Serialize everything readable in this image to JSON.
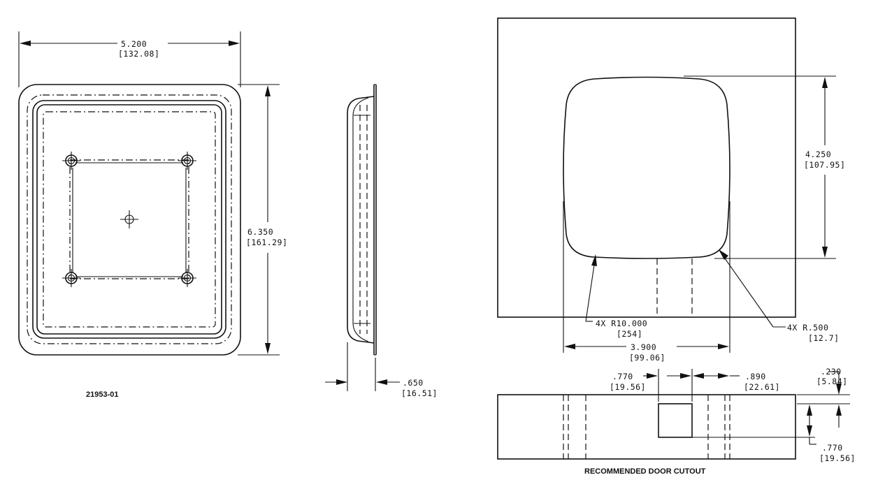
{
  "front_view": {
    "width_in": "5.200",
    "width_mm": "[132.08]",
    "height_in": "6.350",
    "height_mm": "[161.29]",
    "part_number": "21953-01"
  },
  "side_view": {
    "depth_in": ".650",
    "depth_mm": "[16.51]"
  },
  "cutout_view": {
    "height_in": "4.250",
    "height_mm": "[107.95]",
    "large_radius": "4X R10.000",
    "large_radius_mm": "[254]",
    "small_radius": "4X R.500",
    "small_radius_mm": "[12.7]",
    "width_in": "3.900",
    "width_mm": "[99.06]"
  },
  "bottom_view": {
    "left_offset_in": ".770",
    "left_offset_mm": "[19.56]",
    "right_offset_in": ".890",
    "right_offset_mm": "[22.61]",
    "top_offset_in": ".230",
    "top_offset_mm": "[5.84]",
    "bottom_offset_in": ".770",
    "bottom_offset_mm": "[19.56]",
    "caption": "RECOMMENDED DOOR CUTOUT"
  }
}
